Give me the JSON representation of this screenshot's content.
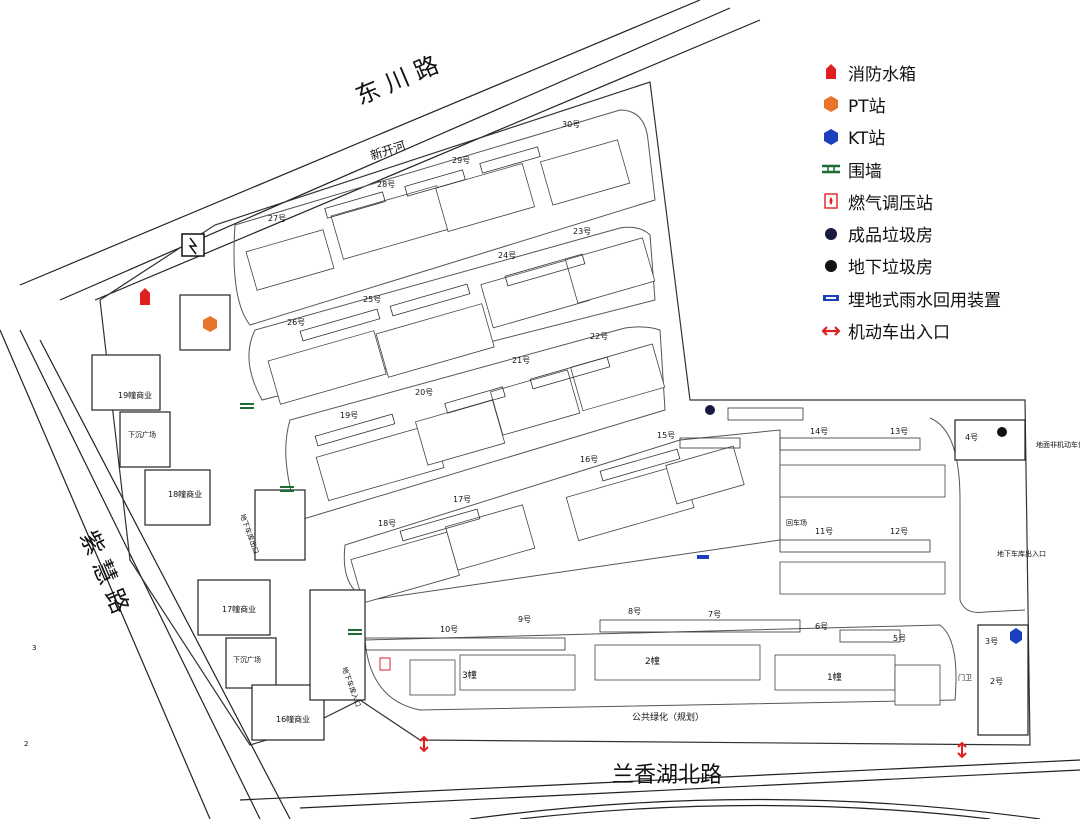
{
  "roads": {
    "top": "东 川 路",
    "left": "紫 慧 路",
    "bottom": "兰香湖北路",
    "river": "新开河",
    "greenbelt": "公共绿化（规划）"
  },
  "legend": [
    {
      "icon": "fire-water-tank-icon",
      "label": "消防水箱",
      "color": "#e02020"
    },
    {
      "icon": "pt-station-icon",
      "label": "PT站",
      "color": "#e8742a"
    },
    {
      "icon": "kt-station-icon",
      "label": "KT站",
      "color": "#1a3fbf"
    },
    {
      "icon": "wall-icon",
      "label": "围墙",
      "color": "#1d6b35"
    },
    {
      "icon": "gas-station-icon",
      "label": "燃气调压站",
      "color": "#e02020"
    },
    {
      "icon": "finished-garbage-icon",
      "label": "成品垃圾房",
      "color": "#1a1a40"
    },
    {
      "icon": "underground-garbage-icon",
      "label": "地下垃圾房",
      "color": "#111111"
    },
    {
      "icon": "rainwater-device-icon",
      "label": "埋地式雨水回用装置",
      "color": "#1a3fbf"
    },
    {
      "icon": "vehicle-entrance-icon",
      "label": "机动车出入口",
      "color": "#e02020"
    }
  ],
  "buildings": {
    "b27": "27号",
    "b28": "28号",
    "b29": "29号",
    "b30": "30号",
    "b26": "26号",
    "b25": "25号",
    "b24": "24号",
    "b23": "23号",
    "b19": "19号",
    "b20": "20号",
    "b21": "21号",
    "b22": "22号",
    "b18": "18号",
    "b17": "17号",
    "b16": "16号",
    "b15": "15号",
    "b14": "14号",
    "b13": "13号",
    "b11": "11号",
    "b12": "12号",
    "b10": "10号",
    "b9": "9号",
    "b8": "8号",
    "b7": "7号",
    "b6": "6号",
    "b5": "5号",
    "b4": "4号",
    "b3": "3号",
    "b2": "2号"
  },
  "commercial": {
    "c19": "19幢商业",
    "c18": "18幢商业",
    "c17": "17幢商业",
    "c16": "16幢商业"
  },
  "blocks": {
    "k3": "3幢",
    "k2": "2幢",
    "k1": "1幢"
  },
  "misc": {
    "turnaround": "回车场",
    "garage_exit": "地下车库出口",
    "garage_entry": "地下车库入口",
    "ramp_left_1": "下沉广场",
    "ramp_left_2": "下沉广场",
    "bike_parking": "地面非机动车停车位",
    "underground_entry_right": "地下车库出入口",
    "gate": "门卫",
    "left_plot_3": "3",
    "left_plot_2": "2"
  }
}
